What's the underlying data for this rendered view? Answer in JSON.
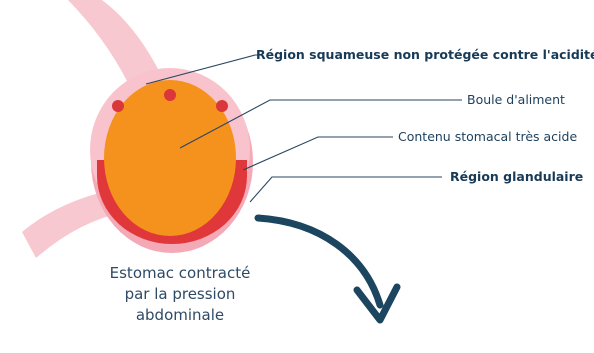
{
  "labels": {
    "squamous": "Région squameuse non protégée contre l'acidité",
    "food_ball": "Boule d'aliment",
    "acid_content": "Contenu stomacal très acide",
    "glandular": "Région glandulaire"
  },
  "caption": {
    "line1": "Estomac contracté",
    "line2": "par la pression abdominale"
  },
  "colors": {
    "esophagus": "#f8c8d0",
    "stomach_outer": "#f4a9b6",
    "stomach_inner": "#f8c3cc",
    "acid_layer": "#e0383a",
    "food": "#f5921e",
    "dots": "#d9373a",
    "arrow": "#1c4560",
    "leader_lines": "#2a4560"
  }
}
